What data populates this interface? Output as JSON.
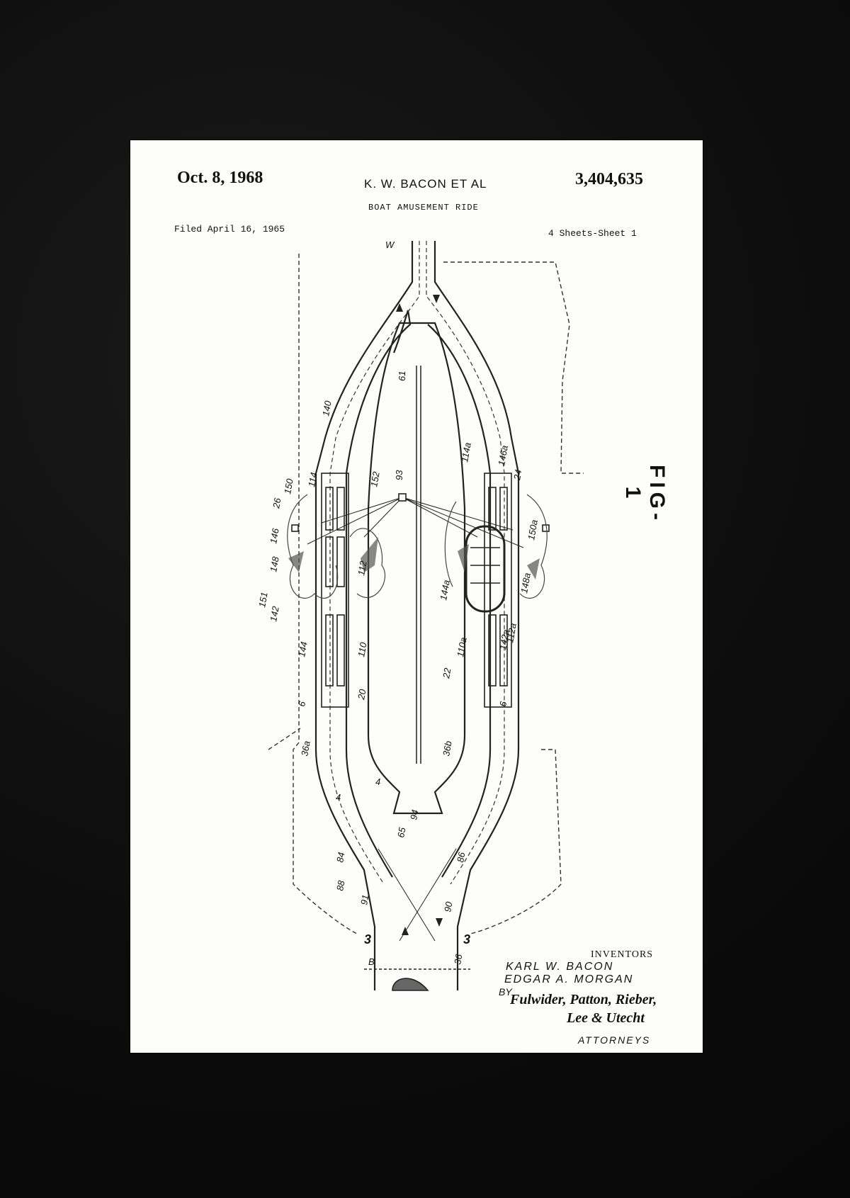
{
  "header": {
    "date": "Oct. 8, 1968",
    "inventor_short": "K. W. BACON ET AL",
    "patent_number": "3,404,635",
    "title": "BOAT AMUSEMENT RIDE",
    "filed": "Filed April 16, 1965",
    "sheets": "4 Sheets-Sheet 1"
  },
  "figure_label": "FIG-1",
  "inventors": {
    "heading": "INVENTORS",
    "names": [
      "KARL W. BACON",
      "EDGAR A. MORGAN"
    ],
    "by": "BY",
    "signature_lines": [
      "Fulwider, Patton, Rieber,",
      "Lee & Utecht"
    ],
    "attorneys": "ATTORNEYS"
  },
  "reference_labels": {
    "l_w": "W",
    "l_61": "61",
    "l_140": "140",
    "l_150": "150",
    "l_26": "26",
    "l_114": "114",
    "l_152": "152",
    "l_93": "93",
    "l_114a": "114a",
    "l_146a": "146a",
    "l_24": "24",
    "l_146": "146",
    "l_148": "148",
    "l_151": "151",
    "l_142": "142",
    "l_112": "112",
    "l_150a": "150a",
    "l_148a": "148a",
    "l_144a": "144a",
    "l_144": "144",
    "l_110": "110",
    "l_110a": "110a",
    "l_142a": "142a",
    "l_112a": "112a",
    "l_20": "20",
    "l_22": "22",
    "l_6a": "6",
    "l_6b": "6",
    "l_36a": "36a",
    "l_36b": "36b",
    "l_4a": "4",
    "l_4b": "4",
    "l_65": "65",
    "l_94": "94",
    "l_84": "84",
    "l_86": "86",
    "l_88": "88",
    "l_90": "90",
    "l_91": "91",
    "l_3a": "3",
    "l_3b": "3",
    "l_b": "B",
    "l_36": "36"
  }
}
